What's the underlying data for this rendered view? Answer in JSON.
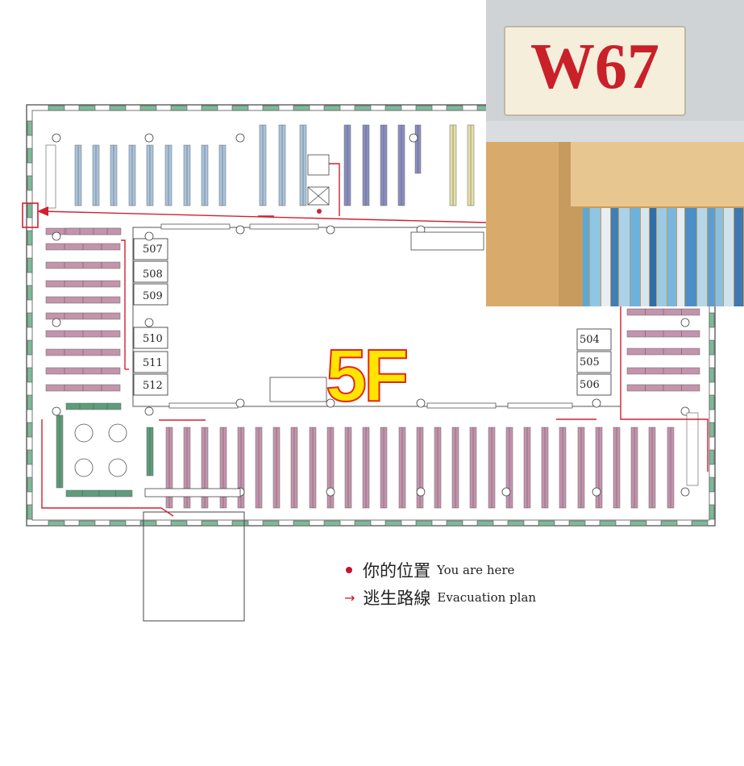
{
  "floor": "5F",
  "rooms": [
    "507",
    "508",
    "509",
    "510",
    "511",
    "512",
    "504",
    "505",
    "506"
  ],
  "legend": {
    "you_are_here": {
      "zh": "你的位置",
      "en": "You are here",
      "icon": "red-dot-icon"
    },
    "evacuation": {
      "zh": "逃生路線",
      "en": "Evacuation plan",
      "icon": "red-arrow-icon"
    }
  },
  "photo": {
    "sign_text": "W67"
  },
  "colors": {
    "wall": "#7fb89a",
    "route": "#d22030",
    "shelf_blue": "#a9c3dc",
    "shelf_navy": "#8a8fc2",
    "shelf_yellow": "#e5dfa8",
    "shelf_pink": "#c493ac",
    "shelf_green": "#5f9c7b",
    "floor_label_fill": "#ffe600",
    "floor_label_stroke": "#e8241c"
  }
}
